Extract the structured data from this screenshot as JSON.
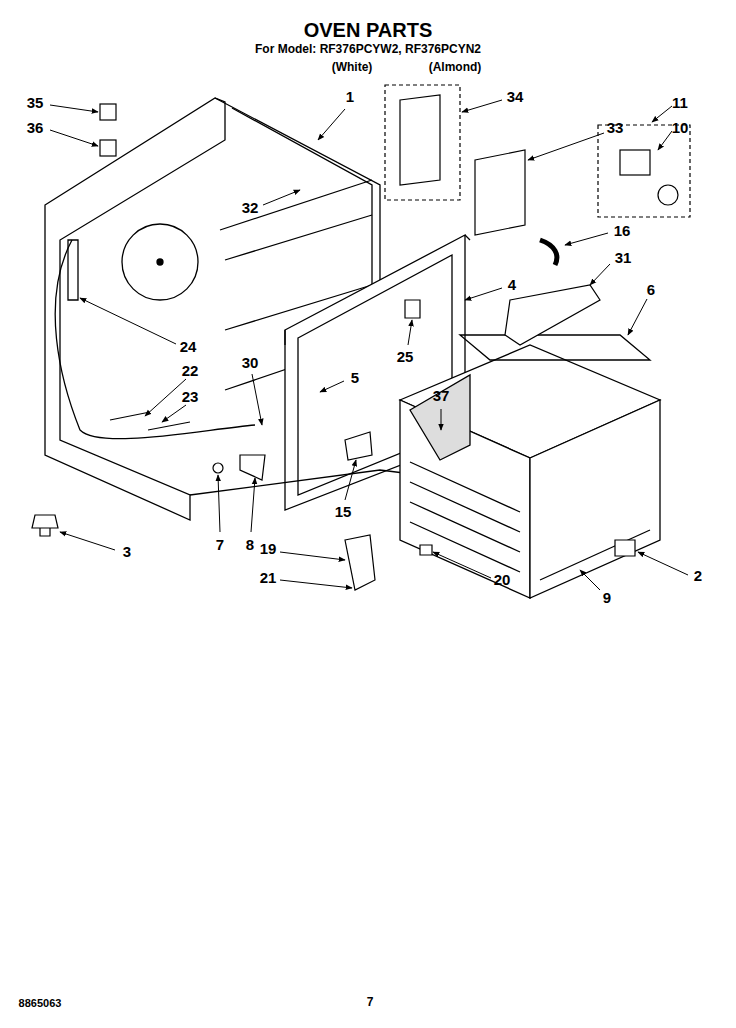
{
  "diagram": {
    "title": "OVEN PARTS",
    "labels": [
      "For Model: RF376PCYW2, RF376PCYN2",
      "(White)",
      "(Almond)",
      "35",
      "36",
      "1",
      "34",
      "11",
      "10",
      "33",
      "32",
      "16",
      "31",
      "6",
      "4",
      "24",
      "30",
      "22",
      "25",
      "5",
      "23",
      "37",
      "15",
      "7",
      "8",
      "3",
      "19",
      "21",
      "20",
      "2",
      "9",
      "7",
      "8865063"
    ]
  }
}
